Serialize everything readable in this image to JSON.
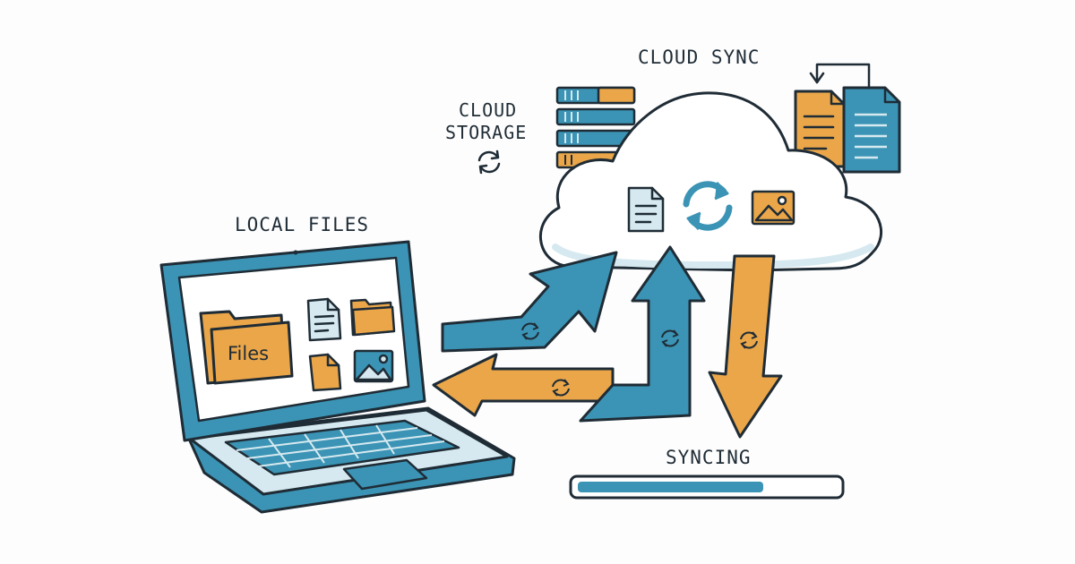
{
  "labels": {
    "cloud_sync": "CLOUD SYNC",
    "cloud_storage_line1": "CLOUD",
    "cloud_storage_line2": "STORAGE",
    "local_files": "LOCAL FILES",
    "files_folder": "Files",
    "syncing": "SYNCING"
  },
  "sync_progress": 0.72,
  "colors": {
    "blue": "#3b94b5",
    "orange": "#eaa649",
    "outline": "#1f2c36",
    "screen_bg": "#ffffff",
    "cloud_fill": "#ffffff",
    "pale_blue": "#d6e9f0"
  },
  "icons": [
    "laptop-icon",
    "folder-icon",
    "document-icon",
    "image-icon",
    "cloud-icon",
    "server-stack-icon",
    "sync-icon",
    "file-transfer-icon"
  ]
}
